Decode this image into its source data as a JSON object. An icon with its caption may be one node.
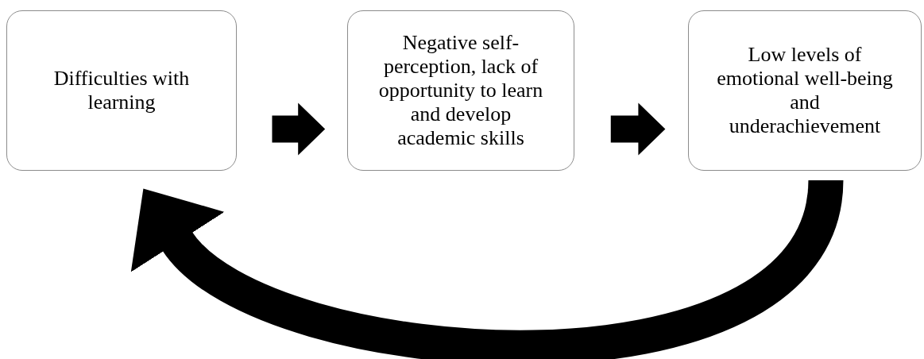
{
  "diagram": {
    "nodes": [
      {
        "text": [
          "Difficulties with learning"
        ]
      },
      {
        "text": [
          "Negative self-perception, lack of opportunity to learn and develop academic skills"
        ]
      },
      {
        "text": [
          "Low levels of emotional well-being and underachievement"
        ]
      }
    ],
    "edges": [
      {
        "from": 0,
        "to": 1,
        "arrow": "to"
      },
      {
        "from": 1,
        "to": 2,
        "arrow": "to"
      },
      {
        "from": 2,
        "to": 0,
        "arrow": "to"
      }
    ]
  }
}
